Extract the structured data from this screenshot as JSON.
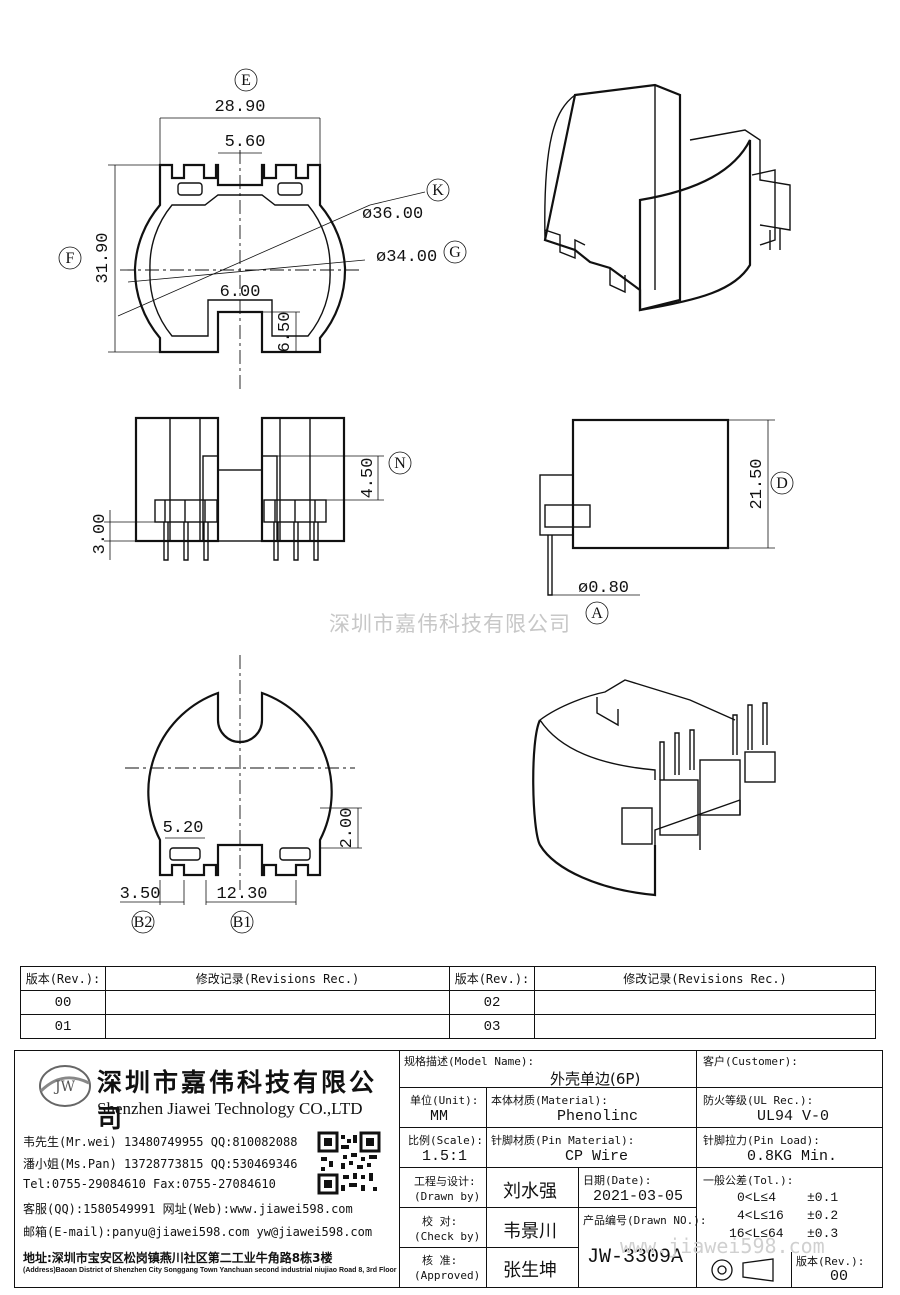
{
  "labels": {
    "E": "E",
    "F": "F",
    "K": "K",
    "G": "G",
    "N": "N",
    "D": "D",
    "A": "A",
    "B1": "B1",
    "B2": "B2"
  },
  "dimensions": {
    "width_e": "28.90",
    "slot_top": "5.60",
    "height_f": "31.90",
    "dia_k": "ø36.00",
    "dia_g": "ø34.00",
    "slot_bottom": "6.00",
    "slot_depth": "6.50",
    "pin_height": "4.50",
    "pin_offset": "3.00",
    "height_d": "21.50",
    "pin_dia": "ø0.80",
    "pad_width": "5.20",
    "pad_height": "2.00",
    "pitch_b2": "3.50",
    "span_b1": "12.30"
  },
  "watermark": "深圳市嘉伟科技有限公司",
  "watermark2": "www.jiawei598.com",
  "revisions": {
    "header_rev": "版本(Rev.):",
    "header_rec": "修改记录(Revisions Rec.)",
    "rows": [
      [
        "00",
        "",
        "02",
        ""
      ],
      [
        "01",
        "",
        "03",
        ""
      ]
    ]
  },
  "company": {
    "logo": "JW",
    "name_cn": "深圳市嘉伟科技有限公司",
    "name_en": "Shenzhen Jiawei Technology CO.,LTD",
    "contacts": [
      "韦先生(Mr.wei) 13480749955 QQ:810082088",
      "潘小姐(Ms.Pan) 13728773815 QQ:530469346",
      "Tel:0755-29084610       Fax:0755-27084610",
      "客服(QQ):1580549991   网址(Web):www.jiawei598.com",
      "邮箱(E-mail):panyu@jiawei598.com  yw@jiawei598.com"
    ],
    "address": "地址:深圳市宝安区松岗镇燕川社区第二工业牛角路8栋3楼",
    "address_en": "(Address)Baoan District of Shenzhen City Songgang Town Yanchuan  second industrial niujiao Road 8, 3rd Floor"
  },
  "title": {
    "model_k": "规格描述(Model Name):",
    "model_v": "外壳单边(6P)",
    "customer_k": "客户(Customer):",
    "customer_v": "",
    "unit_k": "单位(Unit):",
    "unit_v": "MM",
    "material_k": "本体材质(Material):",
    "material_v": "Phenolinc",
    "ul_k": "防火等级(UL Rec.):",
    "ul_v": "UL94 V-0",
    "scale_k": "比例(Scale):",
    "scale_v": "1.5:1",
    "pinmat_k": "针脚材质(Pin Material):",
    "pinmat_v": "CP Wire",
    "pinload_k": "针脚拉力(Pin Load):",
    "pinload_v": "0.8KG Min.",
    "drawn_k1": "工程与设计:",
    "drawn_k2": "(Drawn by)",
    "drawn_v": "刘水强",
    "date_k": "日期(Date):",
    "date_v": "2021-03-05",
    "check_k1": "校  对:",
    "check_k2": "(Check by)",
    "check_v": "韦景川",
    "drawno_k": "产品编号(Drawn NO.):",
    "drawno_v": "JW-3309A",
    "approved_k1": "核  准:",
    "approved_k2": "(Approved)",
    "approved_v": "张生坤",
    "tol_k": "一般公差(Tol.):",
    "tol_rows": [
      [
        "0<L≤4",
        "±0.1"
      ],
      [
        "4<L≤16",
        "±0.2"
      ],
      [
        "16<L≤64",
        "±0.3"
      ]
    ],
    "rev_k": "版本(Rev.):",
    "rev_v": "00"
  }
}
